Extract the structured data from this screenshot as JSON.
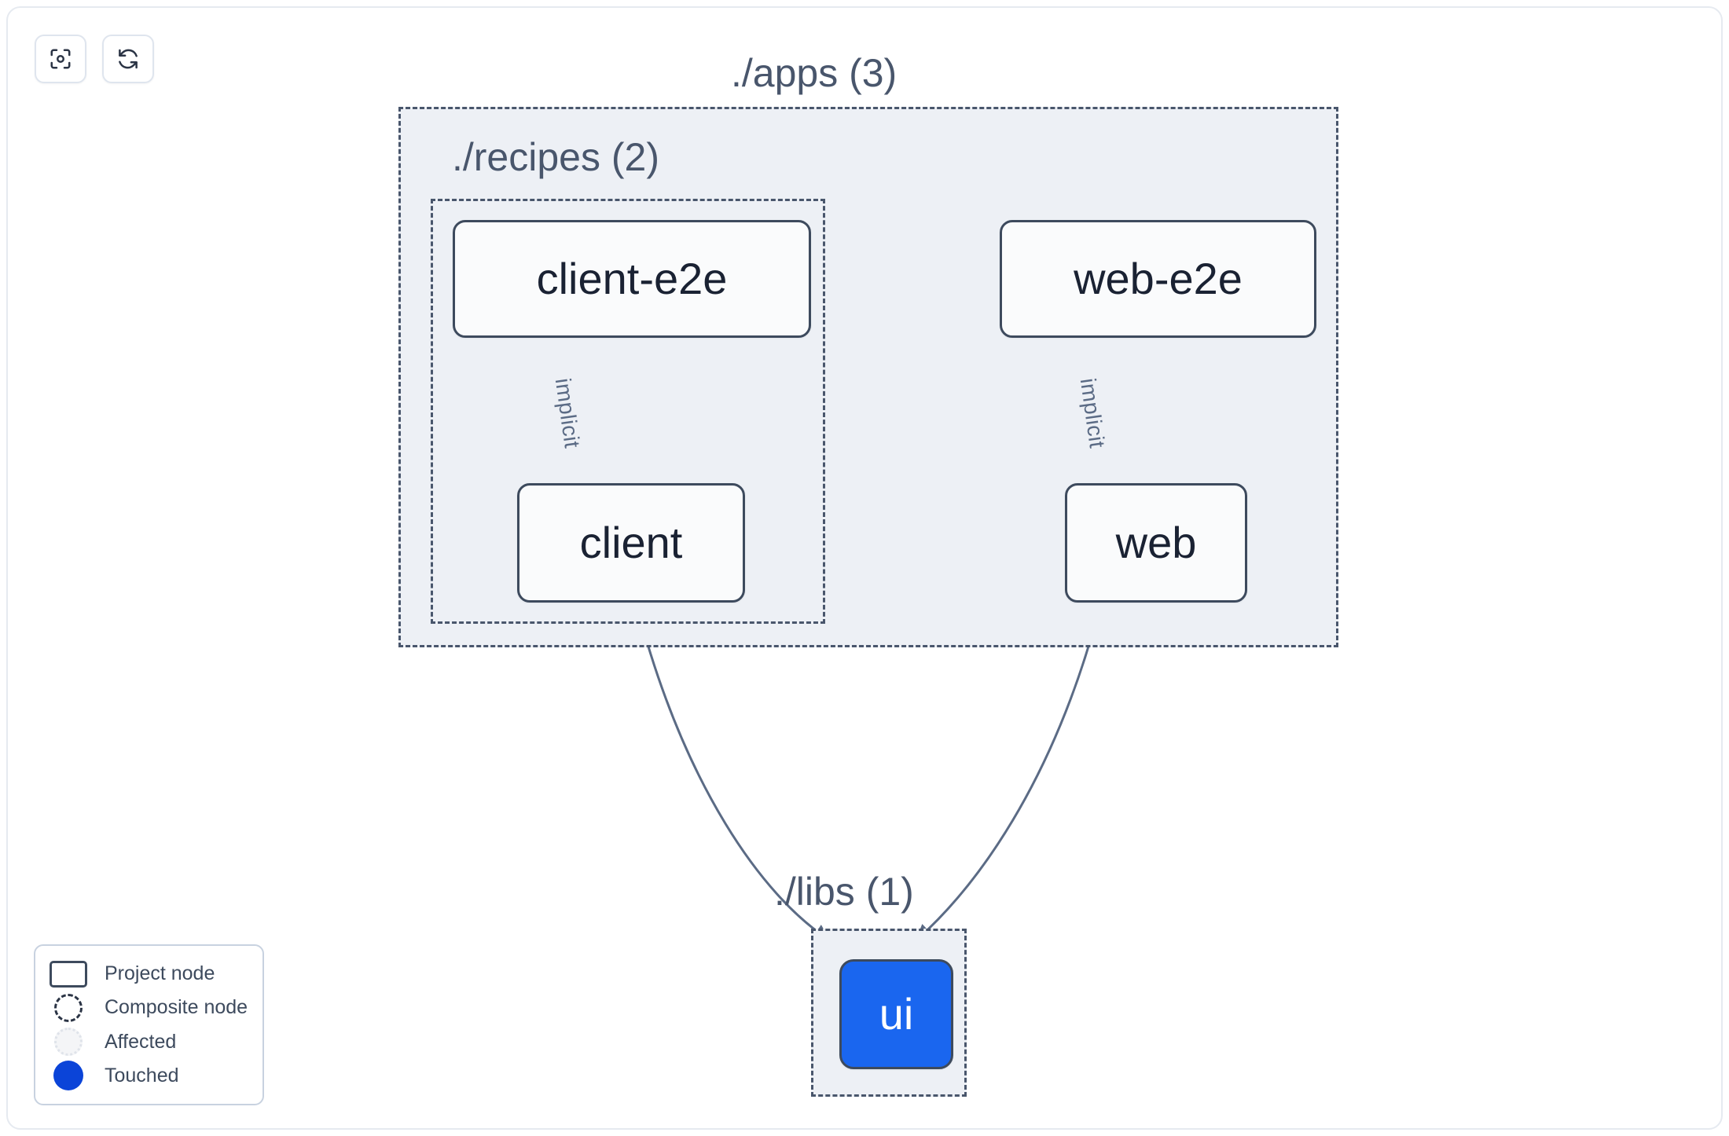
{
  "toolbar": {
    "buttons": [
      {
        "name": "focus-graph-button",
        "icon": "focus-target-icon",
        "title": "Focus graph"
      },
      {
        "name": "refresh-graph-button",
        "icon": "refresh-sync-icon",
        "title": "Refresh graph"
      }
    ]
  },
  "graph": {
    "groups": [
      {
        "id": "apps",
        "label": "./apps (3)",
        "count": 3,
        "type": "composite"
      },
      {
        "id": "recipes",
        "label": "./recipes (2)",
        "count": 2,
        "type": "composite"
      },
      {
        "id": "libs",
        "label": "./libs (1)",
        "count": 1,
        "type": "composite"
      }
    ],
    "nodes": [
      {
        "id": "client-e2e",
        "label": "client-e2e",
        "group": "recipes",
        "state": "normal"
      },
      {
        "id": "web-e2e",
        "label": "web-e2e",
        "group": "apps",
        "state": "normal"
      },
      {
        "id": "client",
        "label": "client",
        "group": "recipes",
        "state": "normal"
      },
      {
        "id": "web",
        "label": "web",
        "group": "apps",
        "state": "normal"
      },
      {
        "id": "ui",
        "label": "ui",
        "group": "libs",
        "state": "touched"
      }
    ],
    "edges": [
      {
        "from": "client-e2e",
        "to": "client",
        "label": "implicit"
      },
      {
        "from": "web-e2e",
        "to": "web",
        "label": "implicit"
      },
      {
        "from": "client",
        "to": "ui",
        "label": ""
      },
      {
        "from": "web",
        "to": "ui",
        "label": ""
      }
    ]
  },
  "legend": {
    "items": [
      {
        "swatch": "project-node-swatch",
        "label": "Project node"
      },
      {
        "swatch": "composite-node-swatch",
        "label": "Composite node"
      },
      {
        "swatch": "affected-swatch",
        "label": "Affected"
      },
      {
        "swatch": "touched-swatch",
        "label": "Touched"
      }
    ]
  },
  "colors": {
    "node_border": "#3d4a5d",
    "node_fill": "#fafbfc",
    "node_text": "#1a2233",
    "group_fill": "#edf0f5",
    "group_border": "#49566c",
    "group_label": "#49566c",
    "edge_stroke": "#5b6b85",
    "touched_blue": "#1a66ef",
    "legend_touched_blue": "#0b44d8",
    "frame_border": "#e6eaf0",
    "canvas_bg": "#ffffff"
  }
}
